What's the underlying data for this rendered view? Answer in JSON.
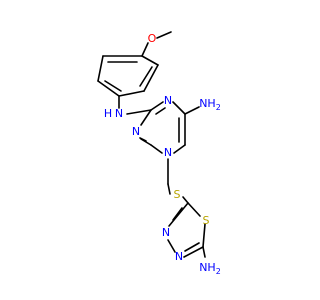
{
  "molecule": {
    "colors": {
      "bond": "#000000",
      "nitrogen": "#0000ff",
      "oxygen": "#ff0000",
      "sulfur": "#b8a400"
    },
    "labels": {
      "methoxy_o": "O",
      "nh_bridge": "N",
      "nh_bridge_h": "H",
      "triazine_n1": "N",
      "triazine_n3": "N",
      "triazine_n5": "N",
      "nh2_triazine": "NH",
      "nh2_triazine_sub": "2",
      "thioether_s": "S",
      "thiadiazole_s": "S",
      "thiadiazole_n3": "N",
      "thiadiazole_n4": "N",
      "nh2_thiadiazole": "NH",
      "nh2_thiadiazole_sub": "2"
    }
  }
}
